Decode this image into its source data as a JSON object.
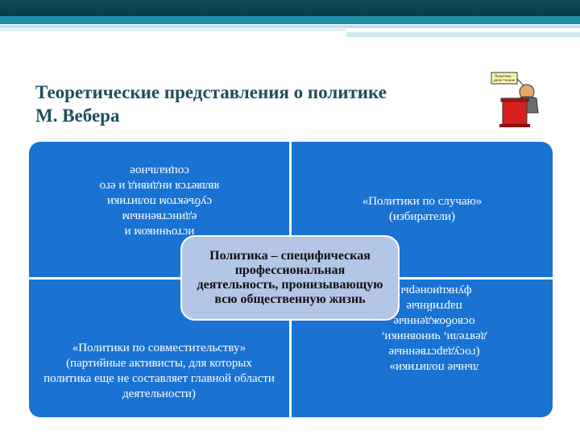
{
  "title": {
    "line1": "Теоретические представления о политике",
    "line2": "М. Вебера"
  },
  "clipart": {
    "sign_text": "Политика – дело тонкое",
    "icon": "politician-at-podium-icon"
  },
  "grid": {
    "top_left": "источником и единственным субъектом политики является индивид и его социальное",
    "top_right": "«Политики по случаю» (избиратели)",
    "bottom_left": "«Политики по совместительству» (партийные активисты, для которых политика еще не составляет главной области деятельности)",
    "bottom_right": "льные политики» (государственные деятели, чиновники, освобожденные партийные функционеры)",
    "center": "Политика – специфическая профессиональная деятельность, пронизывающую всю общественную жизнь"
  },
  "colors": {
    "cell_blue": "#1a73d3",
    "center_fill": "#b4c6e7",
    "title_color": "#1f4e5f",
    "bar_dark": "#0e4a55",
    "bar_teal": "#1f8da5"
  }
}
